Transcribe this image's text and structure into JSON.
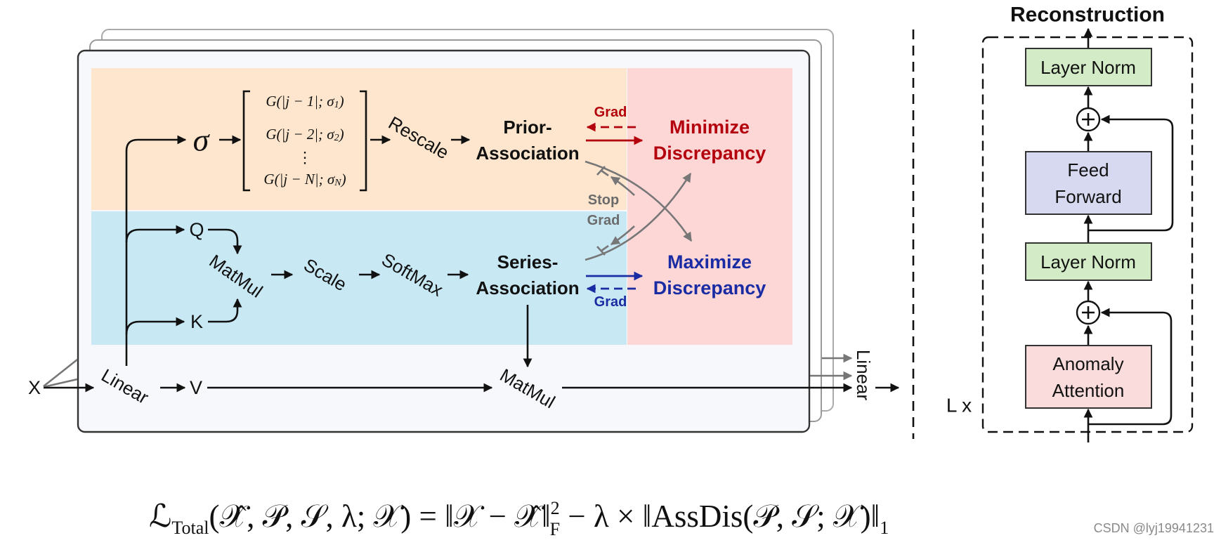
{
  "left_panel": {
    "sigma": "σ",
    "kernel_rows": [
      {
        "main": "G(|j − 1|; σ",
        "sub": "1",
        "tail": ")"
      },
      {
        "main": "G(|j − 2|; σ",
        "sub": "2",
        "tail": ")"
      },
      {
        "main": "G(|j − N|; σ",
        "sub": "N",
        "tail": ")"
      }
    ],
    "kernel_ellipsis": "⋮",
    "rescale": "Rescale",
    "prior_association": [
      "Prior-",
      "Association"
    ],
    "grad_prior": "Grad",
    "minimize_discrepancy": [
      "Minimize",
      "Discrepancy"
    ],
    "stop_grad": [
      "Stop",
      "Grad"
    ],
    "query": "Q",
    "key": "K",
    "value": "V",
    "input": "X",
    "matmul_qk": "MatMul",
    "scale": "Scale",
    "softmax": "SoftMax",
    "series_association": [
      "Series-",
      "Association"
    ],
    "maximize_discrepancy": [
      "Maximize",
      "Discrepancy"
    ],
    "grad_series": "Grad",
    "linear_in": "Linear",
    "matmul_v": "MatMul",
    "linear_out": "Linear"
  },
  "right_panel": {
    "title": "Reconstruction",
    "layer_norm_top": "Layer Norm",
    "feed_forward": [
      "Feed",
      "Forward"
    ],
    "layer_norm_bottom": "Layer Norm",
    "anomaly_attention": [
      "Anomaly",
      "Attention"
    ],
    "repeat_label": "L x"
  },
  "formula": {
    "loss_symbol": "ℒ",
    "loss_sub": "Total",
    "part1": "(𝒳̂, 𝒫, 𝒮, λ; 𝒳) = ‖𝒳 − 𝒳̂‖",
    "norm_sup": "2",
    "norm_sub": "F",
    "part2": " − λ × ‖AssDis(𝒫, 𝒮; 𝒳)‖",
    "end_sub": "1"
  },
  "watermark": "CSDN @lyj19941231",
  "colors": {
    "prior_region": "#fde6cd",
    "series_region": "#c8e8f4",
    "discrepancy_region": "#fdd6d6",
    "minimize_red": "#b3000c",
    "maximize_blue": "#1a2ca3",
    "layer_norm_green": "#d3ebc6",
    "feed_forward_lavender": "#d7d9f0",
    "anomaly_attention_pink": "#fbdcdc"
  }
}
